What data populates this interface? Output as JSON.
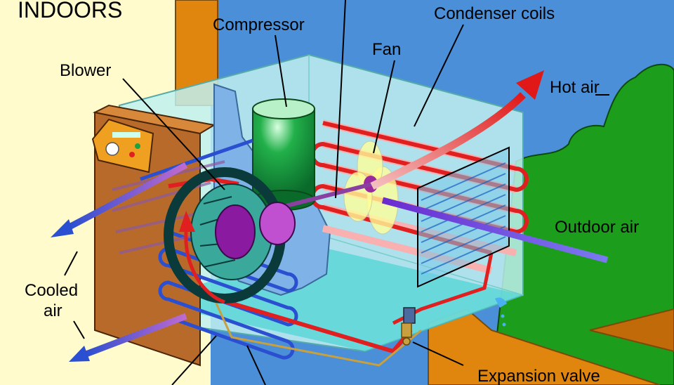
{
  "labels": {
    "indoors": "INDOORS",
    "compressor": "Compressor",
    "condenser_coils": "Condenser coils",
    "fan": "Fan",
    "blower": "Blower",
    "hot_air": "Hot air",
    "outdoor_air": "Outdoor air",
    "cooled_air_line1": "Cooled",
    "cooled_air_line2": "air",
    "expansion_valve": "Expansion valve"
  },
  "colors": {
    "indoor_bg": "#fffbcc",
    "sky": "#4a8fd8",
    "trees": "#1c9e1c",
    "wall": "#e0860e",
    "casing": "#bff0f0",
    "hot_pipe": "#e02020",
    "cold_pipe": "#2a4fd0",
    "compressor": "#0e8f3a",
    "blower": "#1e7d6e",
    "motor": "#8a1aa0"
  }
}
